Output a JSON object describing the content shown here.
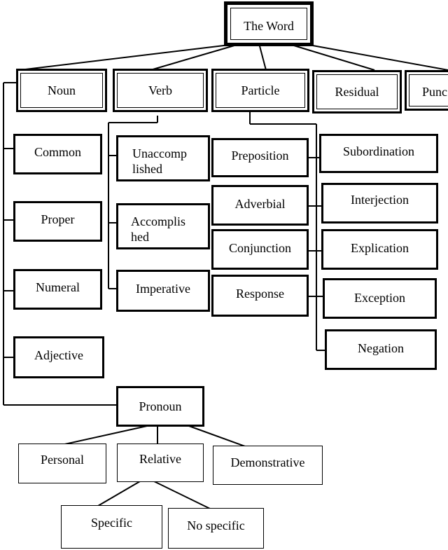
{
  "diagram": {
    "root": "The Word",
    "categories": [
      "Noun",
      "Verb",
      "Particle",
      "Residual",
      "Punc"
    ],
    "noun_types": [
      "Common",
      "Proper",
      "Numeral",
      "Adjective",
      "Pronoun"
    ],
    "verb_types": [
      "Unaccomp lished",
      "Accomplis hed",
      "Imperative"
    ],
    "particle_types_left": [
      "Preposition",
      "Adverbial",
      "Conjunction",
      "Response"
    ],
    "particle_types_right": [
      "Subordination",
      "Interjection",
      "Explication",
      "Exception",
      "Negation"
    ],
    "pronoun_types": [
      "Personal",
      "Relative",
      "Demonstrative"
    ],
    "relative_types": [
      "Specific",
      "No specific"
    ]
  }
}
